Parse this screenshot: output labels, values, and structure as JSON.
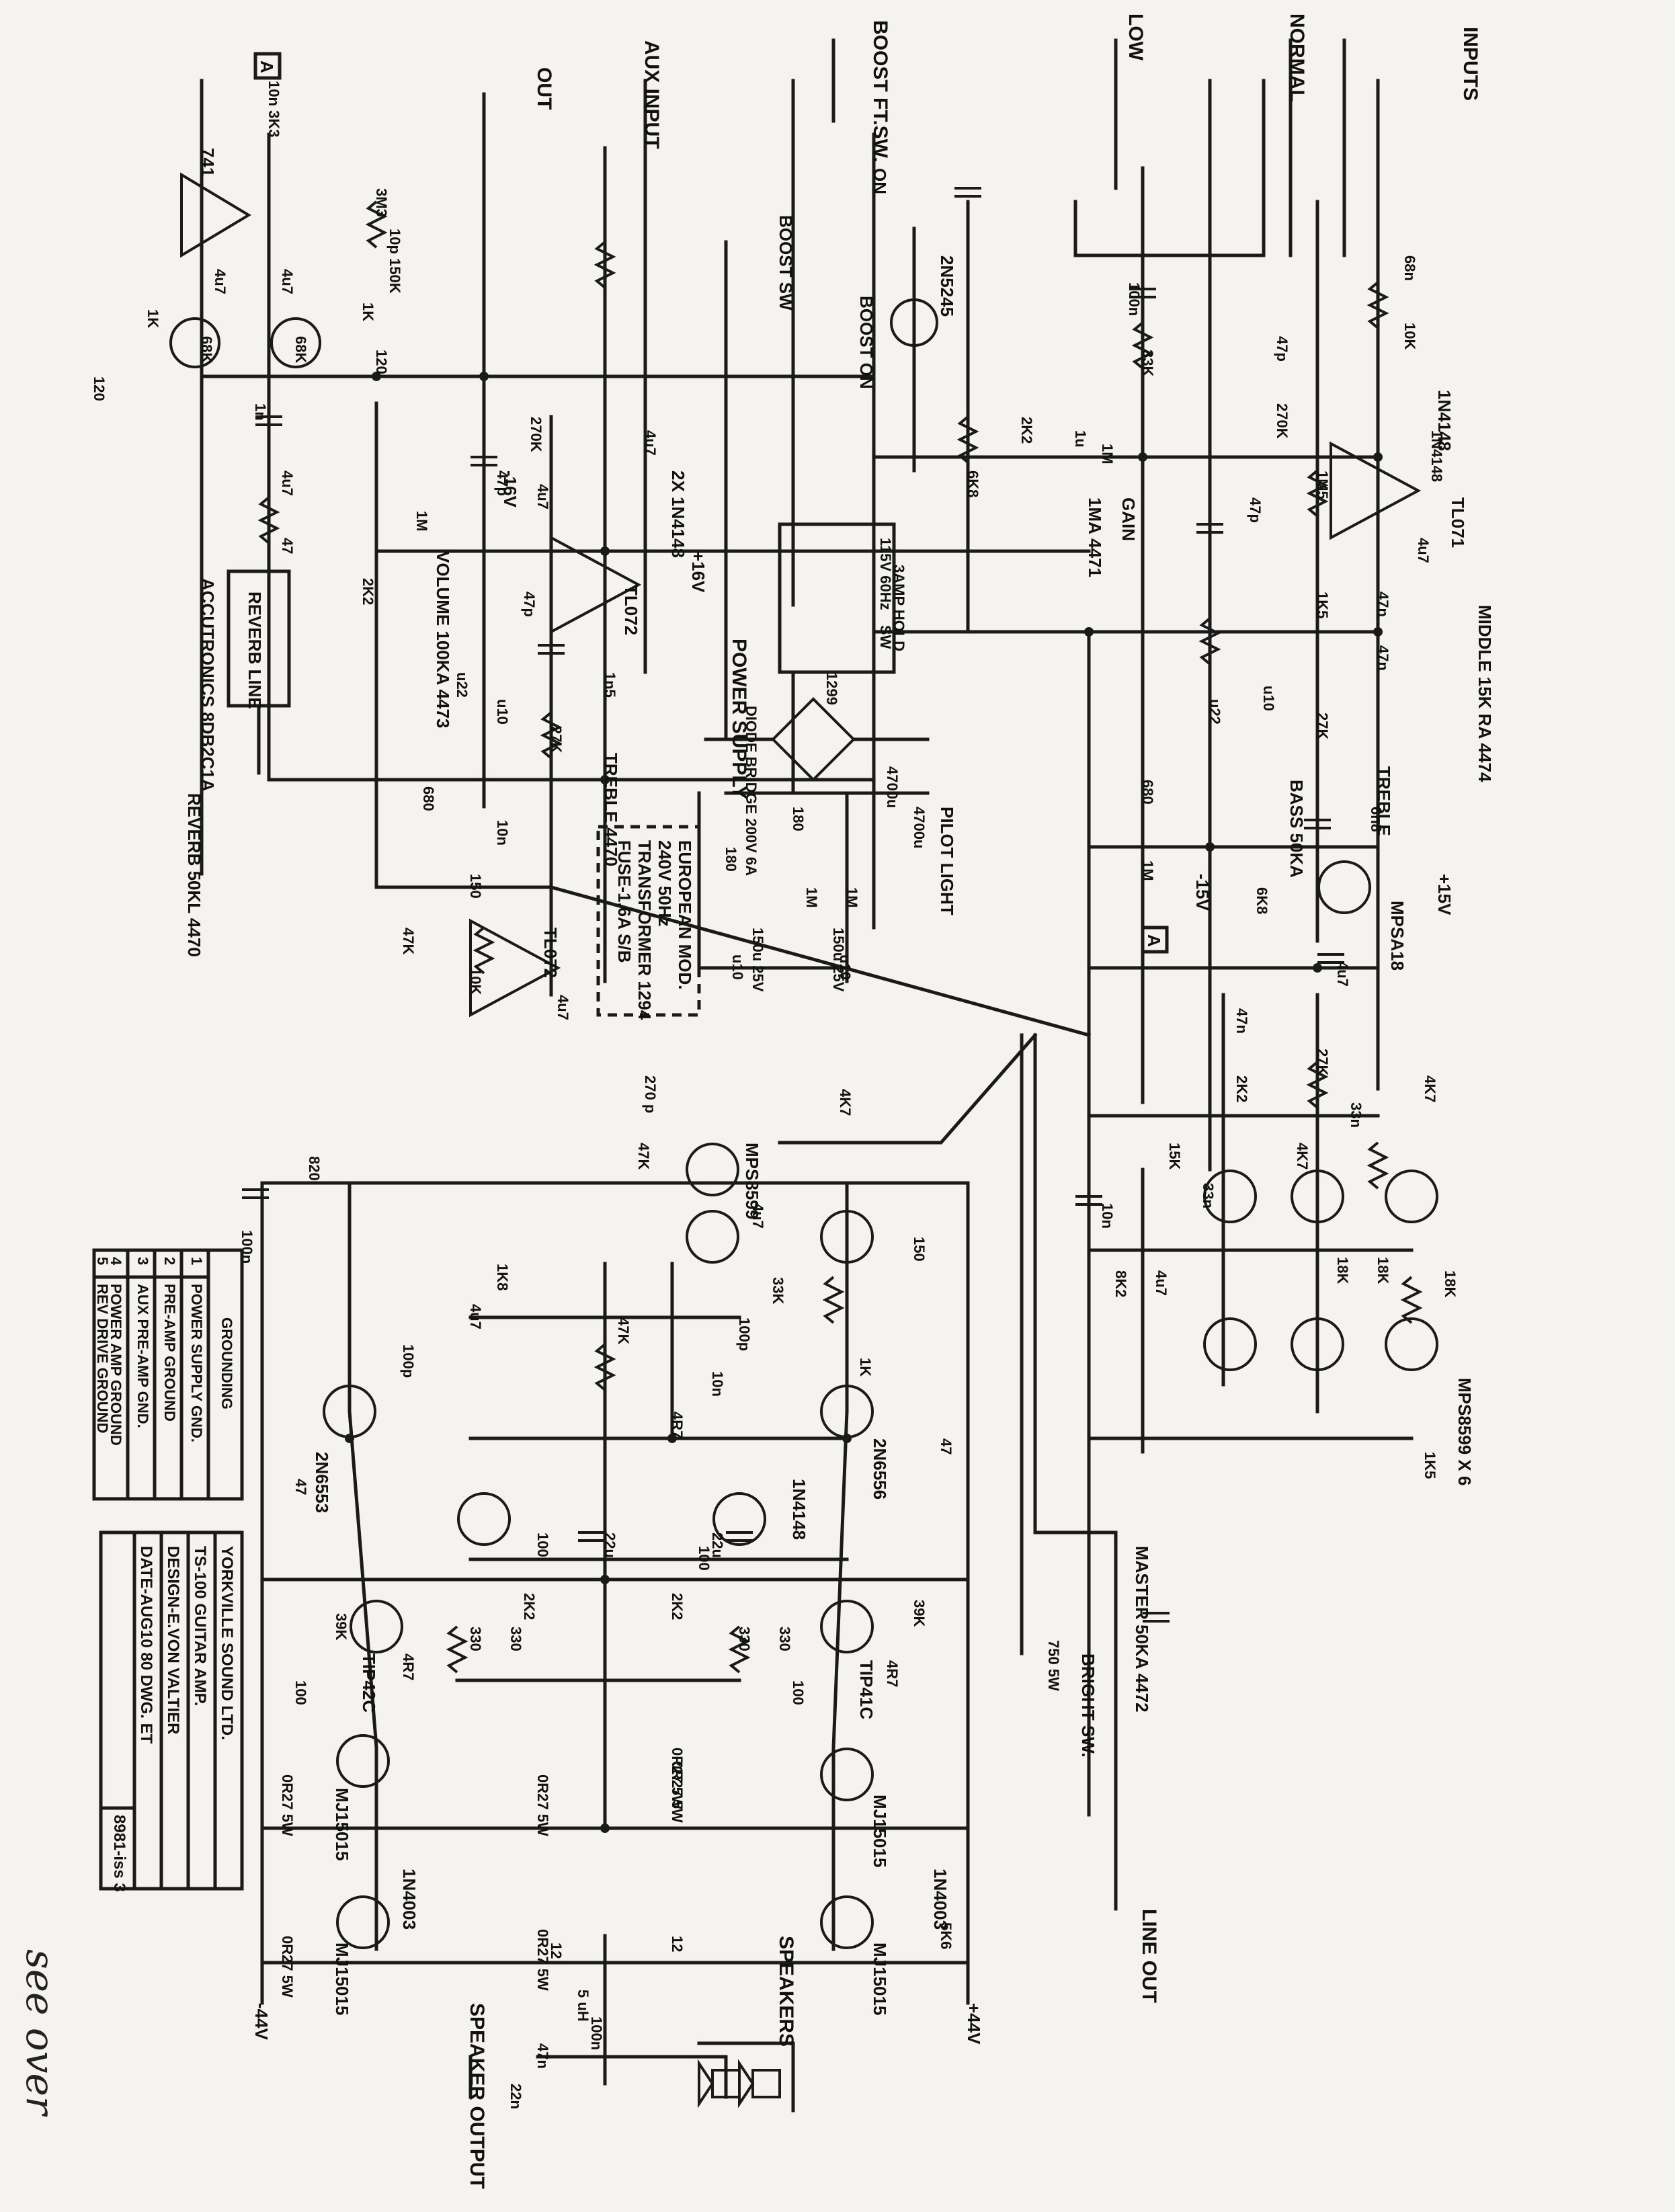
{
  "annotation": "see over",
  "sections": {
    "inputs": "INPUTS",
    "normal": "NORMAL",
    "low": "LOW",
    "boost_ft_sw": "BOOST FT.SW.",
    "aux_input": "AUX INPUT",
    "out": "OUT",
    "power_supply": "POWER SUPPLY",
    "line_out": "LINE OUT",
    "speakers": "SPEAKERS",
    "speaker_output": "SPEAKER OUTPUT",
    "bright_sw": "BRIGHT SW.",
    "boost_sw": "BOOST SW",
    "boost_on": "BOOST ON",
    "on": "ON",
    "reverb_line": "REVERB LINE",
    "accutronics": "ACCUTRONICS 8DB2C1A",
    "pilot_light": "PILOT LIGHT"
  },
  "european_note": [
    "EUROPEAN MOD.",
    "240V 50Hz",
    "TRANSFORMER 1294",
    "FUSE-1.6A S/B"
  ],
  "transformer": {
    "mains": "115V 60Hz",
    "fuse": "3AMP HOLD",
    "switch": "SW",
    "part": "1299",
    "bridge": "DIODE BRIDGE 200V 6A"
  },
  "controls": {
    "gain": "GAIN",
    "gain_pot": "1MA 4471",
    "middle": "MIDDLE 15K RA 4474",
    "treble": "TREBLE",
    "bass": "BASS 50KA",
    "volume": "VOLUME 100KA 4473",
    "reverb": "REVERB 50KL 4470",
    "master": "MASTER 50KA 4472",
    "treble_aux": "TREBLE 4470"
  },
  "parts": {
    "ics": [
      "TL071",
      "TL072",
      "TL072",
      "741"
    ],
    "transistors": [
      "2N5245",
      "MPSA18",
      "MPS8599",
      "MPS8599 X 6",
      "2N6553",
      "2N6556",
      "TIP42C",
      "TIP41C",
      "MJ15015",
      "MJ15015",
      "MJ15015",
      "MJ15015"
    ],
    "diodes": [
      "1N4148",
      "2X 1N4148",
      "1N4148",
      "1N4003",
      "1N4003"
    ],
    "voltages": [
      "+15V",
      "-15V",
      "+16V",
      "-16V",
      "+44V",
      "-44V"
    ]
  },
  "values": [
    "68n",
    "10K",
    "47p",
    "270K",
    "1N4148",
    "1M5",
    "47p",
    "100n",
    "33K",
    "1M",
    "2K2",
    "1u",
    "6K8",
    "4u7",
    "47n",
    "1K5",
    "47n",
    "27K",
    "u10",
    "u22",
    "6n8",
    "680",
    "1M",
    "6K8",
    "4u7",
    "4K7",
    "33n",
    "27K",
    "2K2",
    "47n",
    "15K",
    "33n",
    "4K7",
    "18K",
    "18K",
    "8K2",
    "10n",
    "4u7",
    "1K5",
    "18K",
    "10n 3K3",
    "3M3",
    "10p 150K",
    "4u7",
    "4u7",
    "1K",
    "68K",
    "68K",
    "1K",
    "120",
    "120",
    "1n",
    "4u7",
    "47",
    "270K",
    "47p",
    "4u7",
    "1M",
    "2K2",
    "47p",
    "4u7",
    "u22",
    "u10",
    "27K",
    "1n5",
    "680",
    "10n",
    "150",
    "47K",
    "10K",
    "4u7",
    "270 p",
    "4K7",
    "47K",
    "4u7",
    "820",
    "100n",
    "150",
    "33K",
    "1K8",
    "4u7",
    "47K",
    "100p",
    "10n",
    "1K",
    "4R7",
    "47",
    "100p",
    "47",
    "100",
    "22u",
    "22u",
    "100",
    "2K2",
    "2K2",
    "330",
    "330",
    "330",
    "330",
    "4R7",
    "4R7",
    "100",
    "100",
    "39K",
    "39K",
    "0R27 5W",
    "0R27 5W",
    "0R27 5W",
    "0R27 5W",
    "0R27 5W",
    "0R27 5W",
    "12",
    "12",
    "5 uH",
    "47n",
    "100n",
    "22n",
    "5K6",
    "750 5W",
    "4700u",
    "4700u",
    "180",
    "180",
    "150u 25V",
    "150u 25V",
    "u10",
    "u10",
    "1M",
    "1M"
  ],
  "grounding": {
    "title": "GROUNDING",
    "items": [
      {
        "num": "1",
        "text": "POWER SUPPLY GND."
      },
      {
        "num": "2",
        "text": "PRE-AMP GROUND"
      },
      {
        "num": "3",
        "text": "AUX PRE-AMP GND."
      },
      {
        "num": "4",
        "text": "POWER AMP GROUND"
      },
      {
        "num": "5",
        "text": "REV DRIVE GROUND"
      }
    ]
  },
  "title_block": {
    "company": "YORKVILLE SOUND LTD.",
    "model": "TS-100 GUITAR AMP.",
    "design": "DESIGN-E.VON VALTIER",
    "date": "DATE-AUG10 80 DWG. ET",
    "dwg": "8981-iss 3"
  },
  "markers": {
    "a": "A"
  }
}
